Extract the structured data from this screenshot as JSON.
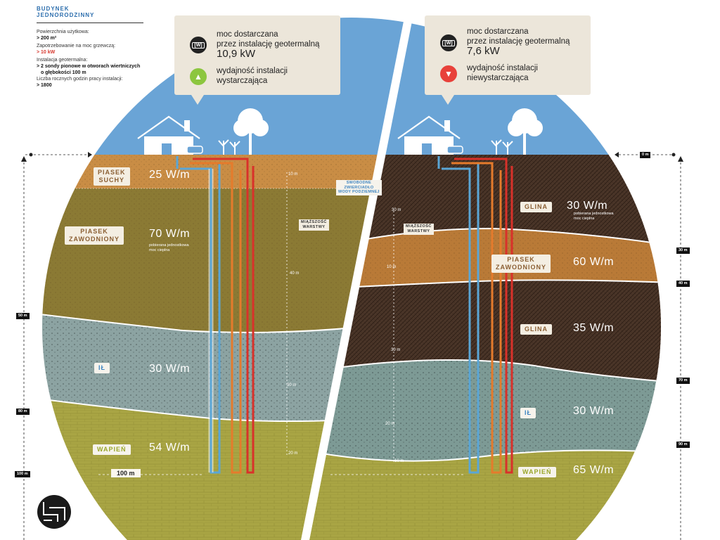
{
  "sidebar": {
    "title_line1": "BUDYNEK",
    "title_line2": "JEDNORODZINNY",
    "area_label": "Powierzchnia użytkowa:",
    "area_value": "> 200 m²",
    "demand_label": "Zapotrzebowanie na moc grzewczą:",
    "demand_value": "> 10 kW",
    "install_label": "Instalacja geotermalna:",
    "install_value_line1": "> 2 sondy pionowe w otworach wiertniczych",
    "install_value_line2": "o głębokości 100 m",
    "hours_label": "Liczba rocznych godzin pracy instalacji:",
    "hours_value": "> 1800"
  },
  "left_callout": {
    "icon_text": "[W]",
    "line1": "moc dostarczana",
    "line2": "przez instalację geotermalną",
    "power": "10,9 kW",
    "status_line1": "wydajność instalacji",
    "status_line2": "wystarczająca",
    "status_color": "#8cc63f"
  },
  "right_callout": {
    "icon_text": "[W]",
    "line1": "moc dostarczana",
    "line2": "przez instalację geotermalną",
    "power": "7,6 kW",
    "status_line1": "wydajność instalacji",
    "status_line2": "niewystarczająca",
    "status_color": "#e8413a"
  },
  "left_layers": [
    {
      "tag": "PIASEK\nSUCHY",
      "power": "25 W/m"
    },
    {
      "tag": "PIASEK\nZAWODNIONY",
      "power": "70 W/m",
      "note": "pobierana jednostkowa\nmoc cieplna"
    },
    {
      "tag": "IŁ",
      "power": "30 W/m"
    },
    {
      "tag": "WAPIEŃ",
      "power": "54 W/m"
    }
  ],
  "right_layers": [
    {
      "tag": "GLINA",
      "power": "30 W/m",
      "note": "pobierana jednostkowa\nmoc cieplna"
    },
    {
      "tag": "PIASEK\nZAWODNIONY",
      "power": "60 W/m"
    },
    {
      "tag": "GLINA",
      "power": "35 W/m"
    },
    {
      "tag": "IŁ",
      "power": "30 W/m"
    },
    {
      "tag": "WAPIEŃ",
      "power": "65 W/m"
    }
  ],
  "left_thickness": {
    "label": "MIĄŻSZOŚĆ\nWARSTWY",
    "marks": [
      "10 m",
      "40 m",
      "30 m",
      "20 m"
    ]
  },
  "right_thickness": {
    "label": "MIĄŻSZOŚĆ\nWARSTWY",
    "marks": [
      "30 m",
      "10 m",
      "30 m",
      "20 m",
      "10 m"
    ]
  },
  "water_label": "SWOBODNE\nZWIERCIADŁO\nWODY PODZIEMNEJ",
  "left_depths": [
    "50 m",
    "80 m",
    "100 m"
  ],
  "right_depths": [
    "0 m",
    "30 m",
    "40 m",
    "70 m",
    "90 m"
  ],
  "distance_label": "100 m",
  "colors": {
    "sky": "#6aa4d6",
    "dry_sand": "#c98d45",
    "wet_sand_left": "#8b7a34",
    "clay_dark": "#4a3528",
    "wet_sand_right": "#b97a37",
    "clay_gray": "#8ca3a2",
    "limestone": "#a9a544",
    "pipe_blue": "#5aa6d6",
    "pipe_orange": "#e57b2c",
    "pipe_red": "#d9312a"
  }
}
